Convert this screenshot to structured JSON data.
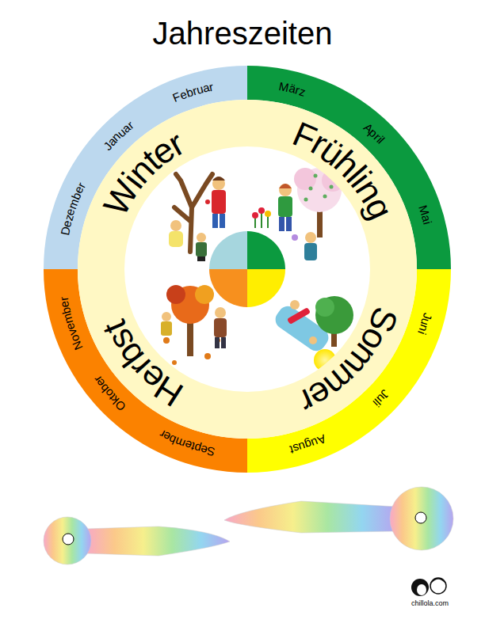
{
  "diagram": {
    "title": "Jahreszeiten",
    "nodes": [
      {
        "text": [
          "Dezember",
          "Januar",
          "Februar"
        ]
      },
      {
        "text": [
          "März",
          "April",
          "Mai"
        ]
      },
      {
        "text": [
          "Juni",
          "Juli",
          "August"
        ]
      },
      {
        "text": [
          "September",
          "Oktober",
          "November"
        ]
      },
      {
        "text": [
          "Winter",
          "Frühling",
          "Sommer",
          "Herbst"
        ]
      }
    ],
    "labels": [
      "chillola.com"
    ]
  }
}
